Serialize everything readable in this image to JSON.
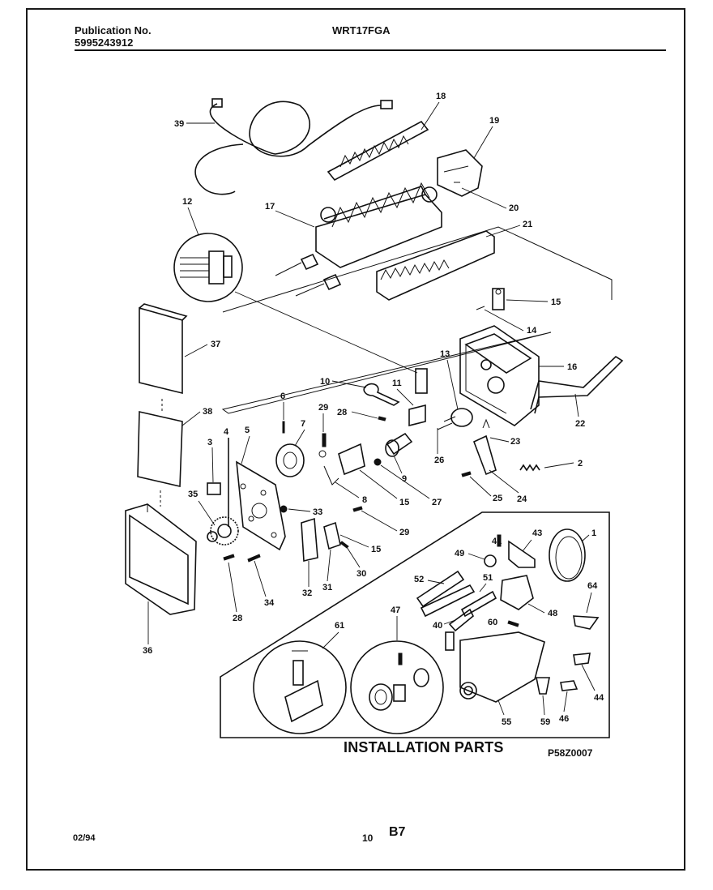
{
  "header": {
    "publication_label": "Publication No.",
    "publication_number": "5995243912",
    "model": "WRT17FGA"
  },
  "callouts": [
    "39",
    "18",
    "19",
    "12",
    "17",
    "20",
    "21",
    "15",
    "14",
    "37",
    "16",
    "13",
    "10",
    "11",
    "6",
    "29",
    "28",
    "22",
    "38",
    "3",
    "4",
    "5",
    "7",
    "26",
    "23",
    "9",
    "2",
    "25",
    "24",
    "8",
    "15",
    "27",
    "35",
    "33",
    "29",
    "15",
    "41",
    "43",
    "1",
    "49",
    "52",
    "51",
    "48",
    "64",
    "32",
    "31",
    "30",
    "34",
    "28",
    "36",
    "60",
    "40",
    "61",
    "47",
    "44",
    "59",
    "46",
    "55"
  ],
  "installation_parts_label": "INSTALLATION PARTS",
  "diagram_code": "P58Z0007",
  "footer": {
    "date": "02/94",
    "page": "10",
    "section": "B7"
  }
}
